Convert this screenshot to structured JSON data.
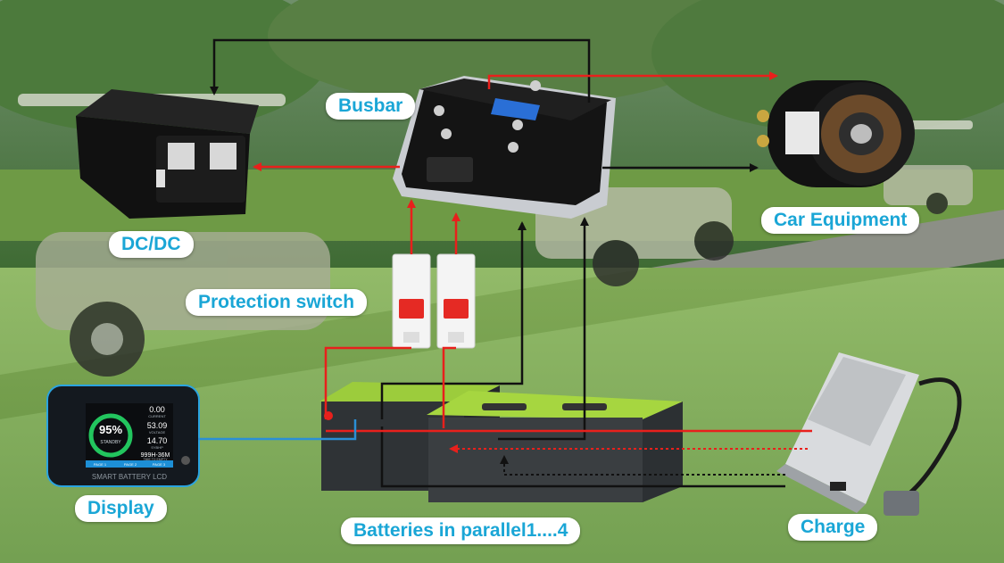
{
  "colors": {
    "power_line": "#e8201c",
    "ground_line": "#111111",
    "signal_line": "#2a8fd6",
    "label_text": "#1aa6d6",
    "label_bg": "#ffffff",
    "battery_top": "#9ccc3c"
  },
  "labels": {
    "busbar": "Busbar",
    "dcdc": "DC/DC",
    "protection_switch": "Protection switch",
    "car_equipment": "Car Equipment",
    "display": "Display",
    "batteries": "Batteries in parallel1....4",
    "charge": "Charge"
  },
  "lcd": {
    "percent": "95%",
    "state": "STANDBY",
    "current_value": "0.00",
    "current_label": "CURRENT",
    "voltage_value": "53.09",
    "voltage_label": "VOLTAGE",
    "temp_value": "14.70",
    "temp_label": "SYBHP",
    "time_value": "999H-36M",
    "time_label": "TIME TO EMPTY",
    "tab_1": "PAGE 1",
    "tab_2": "PAGE 2",
    "tab_3": "PAGE 3",
    "brand": "SMART BATTERY LCD"
  }
}
